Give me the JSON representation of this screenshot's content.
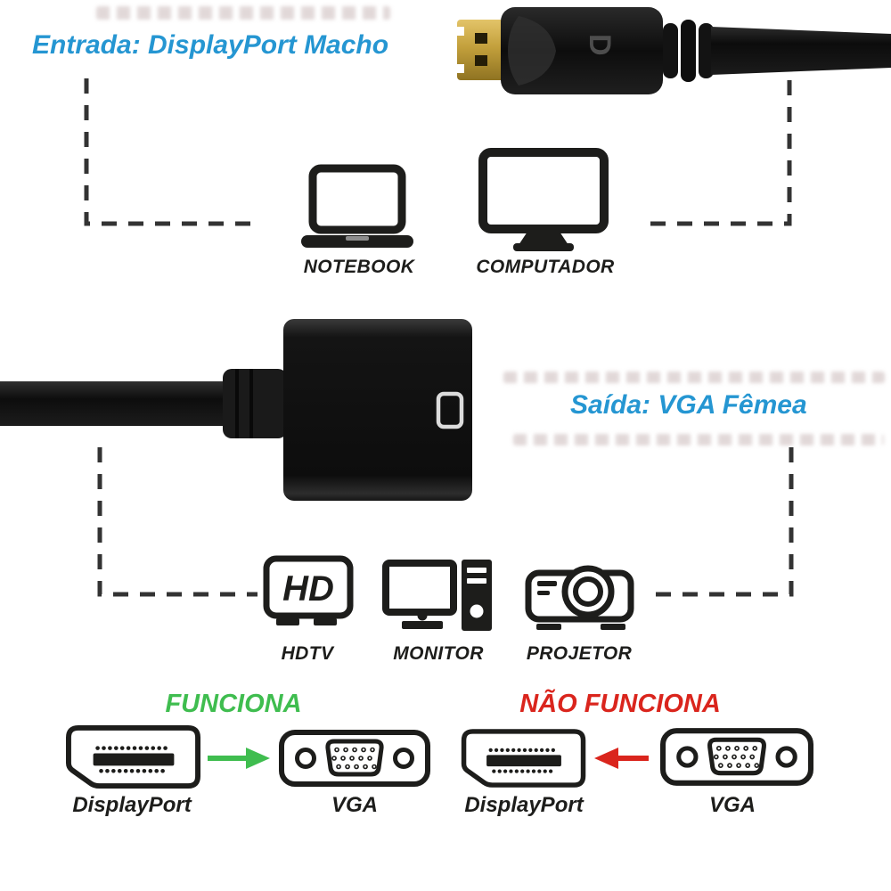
{
  "colors": {
    "blue": "#2596d2",
    "green": "#3fbd4f",
    "red": "#da251d",
    "ink": "#1d1d1b",
    "dash": "#333333"
  },
  "input_section": {
    "title": "Entrada: DisplayPort Macho",
    "devices": [
      {
        "label": "NOTEBOOK"
      },
      {
        "label": "COMPUTADOR"
      }
    ]
  },
  "output_section": {
    "title": "Saída: VGA Fêmea",
    "hd_badge": "HD",
    "devices": [
      {
        "label": "HDTV"
      },
      {
        "label": "MONITOR"
      },
      {
        "label": "PROJETOR"
      }
    ]
  },
  "compatibility": {
    "works": {
      "title": "FUNCIONA",
      "source_label": "DisplayPort",
      "target_label": "VGA"
    },
    "fails": {
      "title": "NÃO FUNCIONA",
      "source_label": "DisplayPort",
      "target_label": "VGA"
    }
  }
}
